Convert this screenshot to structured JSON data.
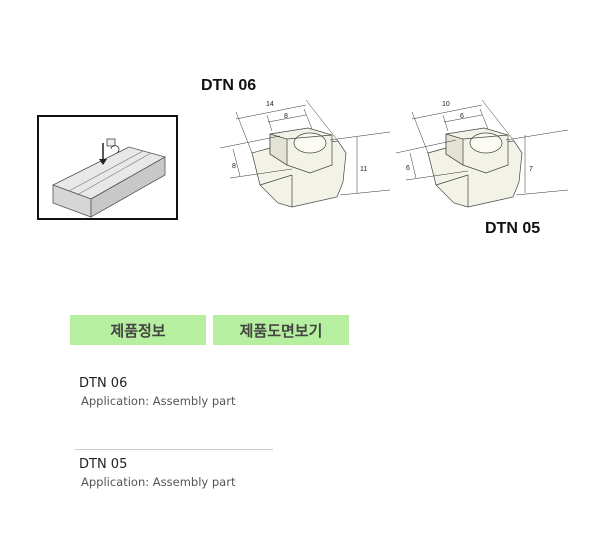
{
  "drawings": {
    "dtn06": {
      "label": "DTN 06",
      "dims": {
        "width_outer": "14",
        "width_inner": "8",
        "height_left": "8",
        "height_right": "11"
      }
    },
    "dtn05": {
      "label": "DTN 05",
      "dims": {
        "width_outer": "10",
        "width_inner": "6",
        "height_left": "6",
        "height_right": "7"
      }
    }
  },
  "tabs": [
    {
      "label": "제품정보"
    },
    {
      "label": "제품도면보기"
    }
  ],
  "products": [
    {
      "name": "DTN 06",
      "application": "Application:  Assembly part"
    },
    {
      "name": "DTN 05",
      "application": "Application:  Assembly part"
    }
  ],
  "colors": {
    "tab_bg": "#b6ef9f",
    "nut_fill": "#f2f2e6"
  }
}
